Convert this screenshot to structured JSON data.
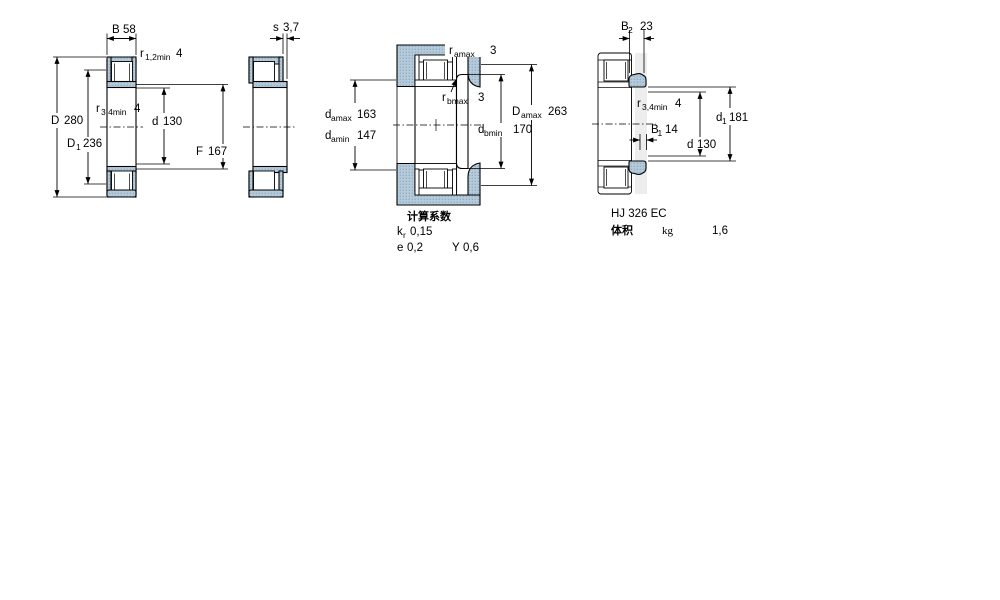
{
  "colors": {
    "steel_fill": "#b5cbdb",
    "steel_dot": "#7e9fb5",
    "line": "#000000",
    "shaft_shadow": "#ededed"
  },
  "fig1": {
    "B": {
      "sym": "B",
      "val": "58"
    },
    "r12": {
      "sym": "r",
      "sub": "1,2min",
      "val": "4"
    },
    "D": {
      "sym": "D",
      "val": "280"
    },
    "D1": {
      "sym": "D",
      "sub": "1",
      "val": "236"
    },
    "r34": {
      "sym": "r",
      "sub": "3,4min",
      "val": "4"
    },
    "d": {
      "sym": "d",
      "val": "130"
    },
    "F": {
      "sym": "F",
      "val": "167"
    }
  },
  "fig2": {
    "s": {
      "sym": "s",
      "val": "3,7"
    }
  },
  "fig3": {
    "ramax": {
      "sym": "r",
      "sub": "amax",
      "val": "3"
    },
    "rbmax": {
      "sym": "r",
      "sub": "bmax",
      "val": "3"
    },
    "damax": {
      "sym": "d",
      "sub": "amax",
      "val": "163"
    },
    "damin": {
      "sym": "d",
      "sub": "amin",
      "val": "147"
    },
    "Damax": {
      "sym": "D",
      "sub": "amax",
      "val": "263"
    },
    "dbmin": {
      "sym": "d",
      "sub": "bmin",
      "val": "170"
    },
    "calc": {
      "title": "计算系数",
      "kr": {
        "sym": "k",
        "sub": "r",
        "val": "0,15"
      },
      "e": {
        "sym": "e",
        "val": "0,2"
      },
      "Y": {
        "sym": "Y",
        "val": "0,6"
      }
    }
  },
  "fig4": {
    "B2": {
      "sym": "B",
      "sub": "2",
      "val": "23"
    },
    "r34": {
      "sym": "r",
      "sub": "3,4min",
      "val": "4"
    },
    "B1": {
      "sym": "B",
      "sub": "1",
      "val": "14"
    },
    "d1": {
      "sym": "d",
      "sub": "1",
      "val": "181"
    },
    "d": {
      "sym": "d",
      "val": "130"
    },
    "designation": "HJ 326 EC",
    "mass": {
      "label": "体积",
      "unit": "kg",
      "value": "1,6"
    }
  }
}
